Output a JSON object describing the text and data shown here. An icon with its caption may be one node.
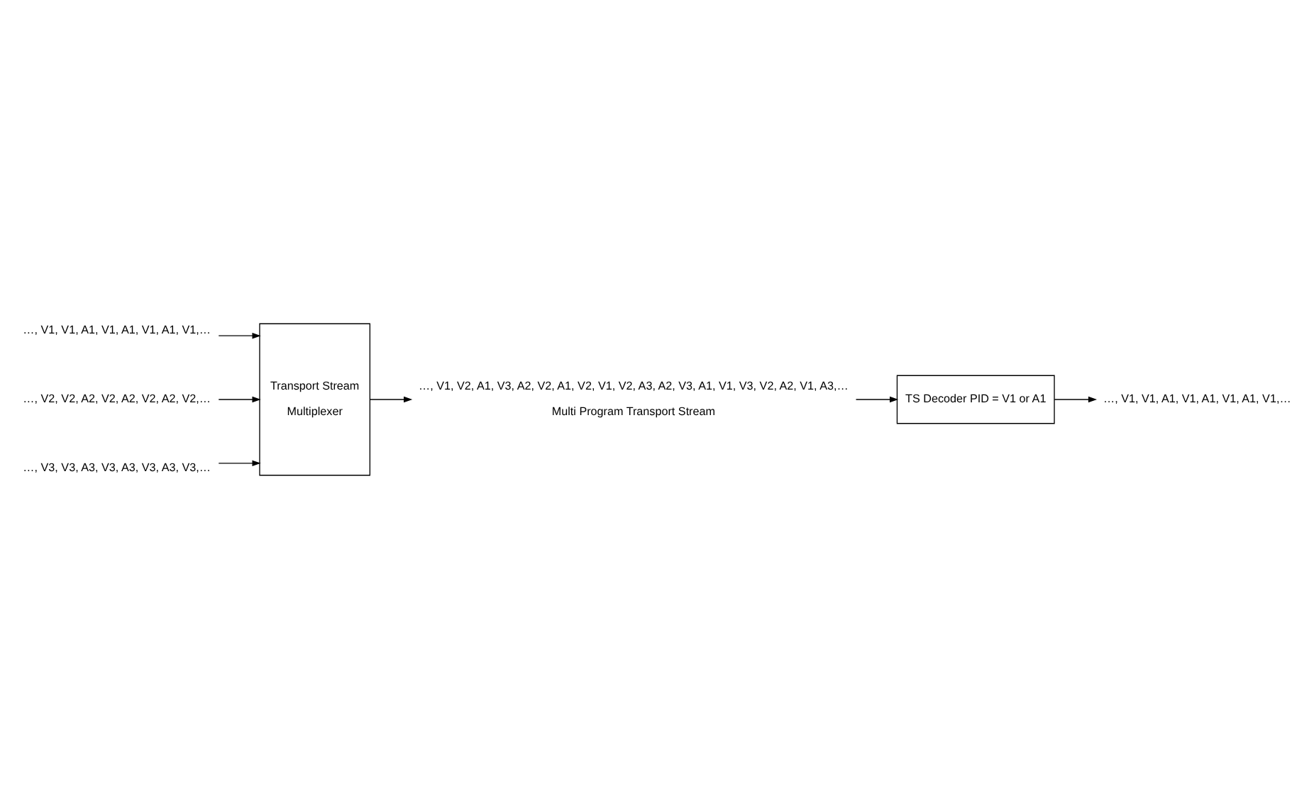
{
  "diagram": {
    "nodes": [
      {
        "text": [
          "…, V1, V1, A1, V1, A1, V1, A1, V1,…"
        ]
      },
      {
        "text": [
          "…, V2, V2, A2, V2, A2, V2, A2, V2,…"
        ]
      },
      {
        "text": [
          "…, V3, V3, A3, V3, A3, V3, A3, V3,…"
        ]
      },
      {
        "text": [
          "Transport Stream",
          "Multiplexer"
        ]
      },
      {
        "text": [
          "…, V1, V2, A1, V3, A2, V2, A1, V2, V1, V2, A3, A2, V3, A1, V1, V3, V2, A2, V1, A3,…"
        ],
        "beside": [
          "Multi Program Transport Stream"
        ]
      },
      {
        "text": [
          "TS Decoder PID = V1 or A1"
        ]
      },
      {
        "text": [
          "…, V1, V1, A1, V1, A1, V1, A1, V1,…"
        ]
      }
    ],
    "edges": [
      {
        "from": 0,
        "to": 3,
        "arrow": "to"
      },
      {
        "from": 1,
        "to": 3,
        "arrow": "to"
      },
      {
        "from": 2,
        "to": 3,
        "arrow": "to"
      },
      {
        "from": 3,
        "to": 4,
        "arrow": "to"
      },
      {
        "from": 4,
        "to": 5,
        "arrow": "to"
      },
      {
        "from": 5,
        "to": 6,
        "arrow": "to"
      }
    ]
  }
}
